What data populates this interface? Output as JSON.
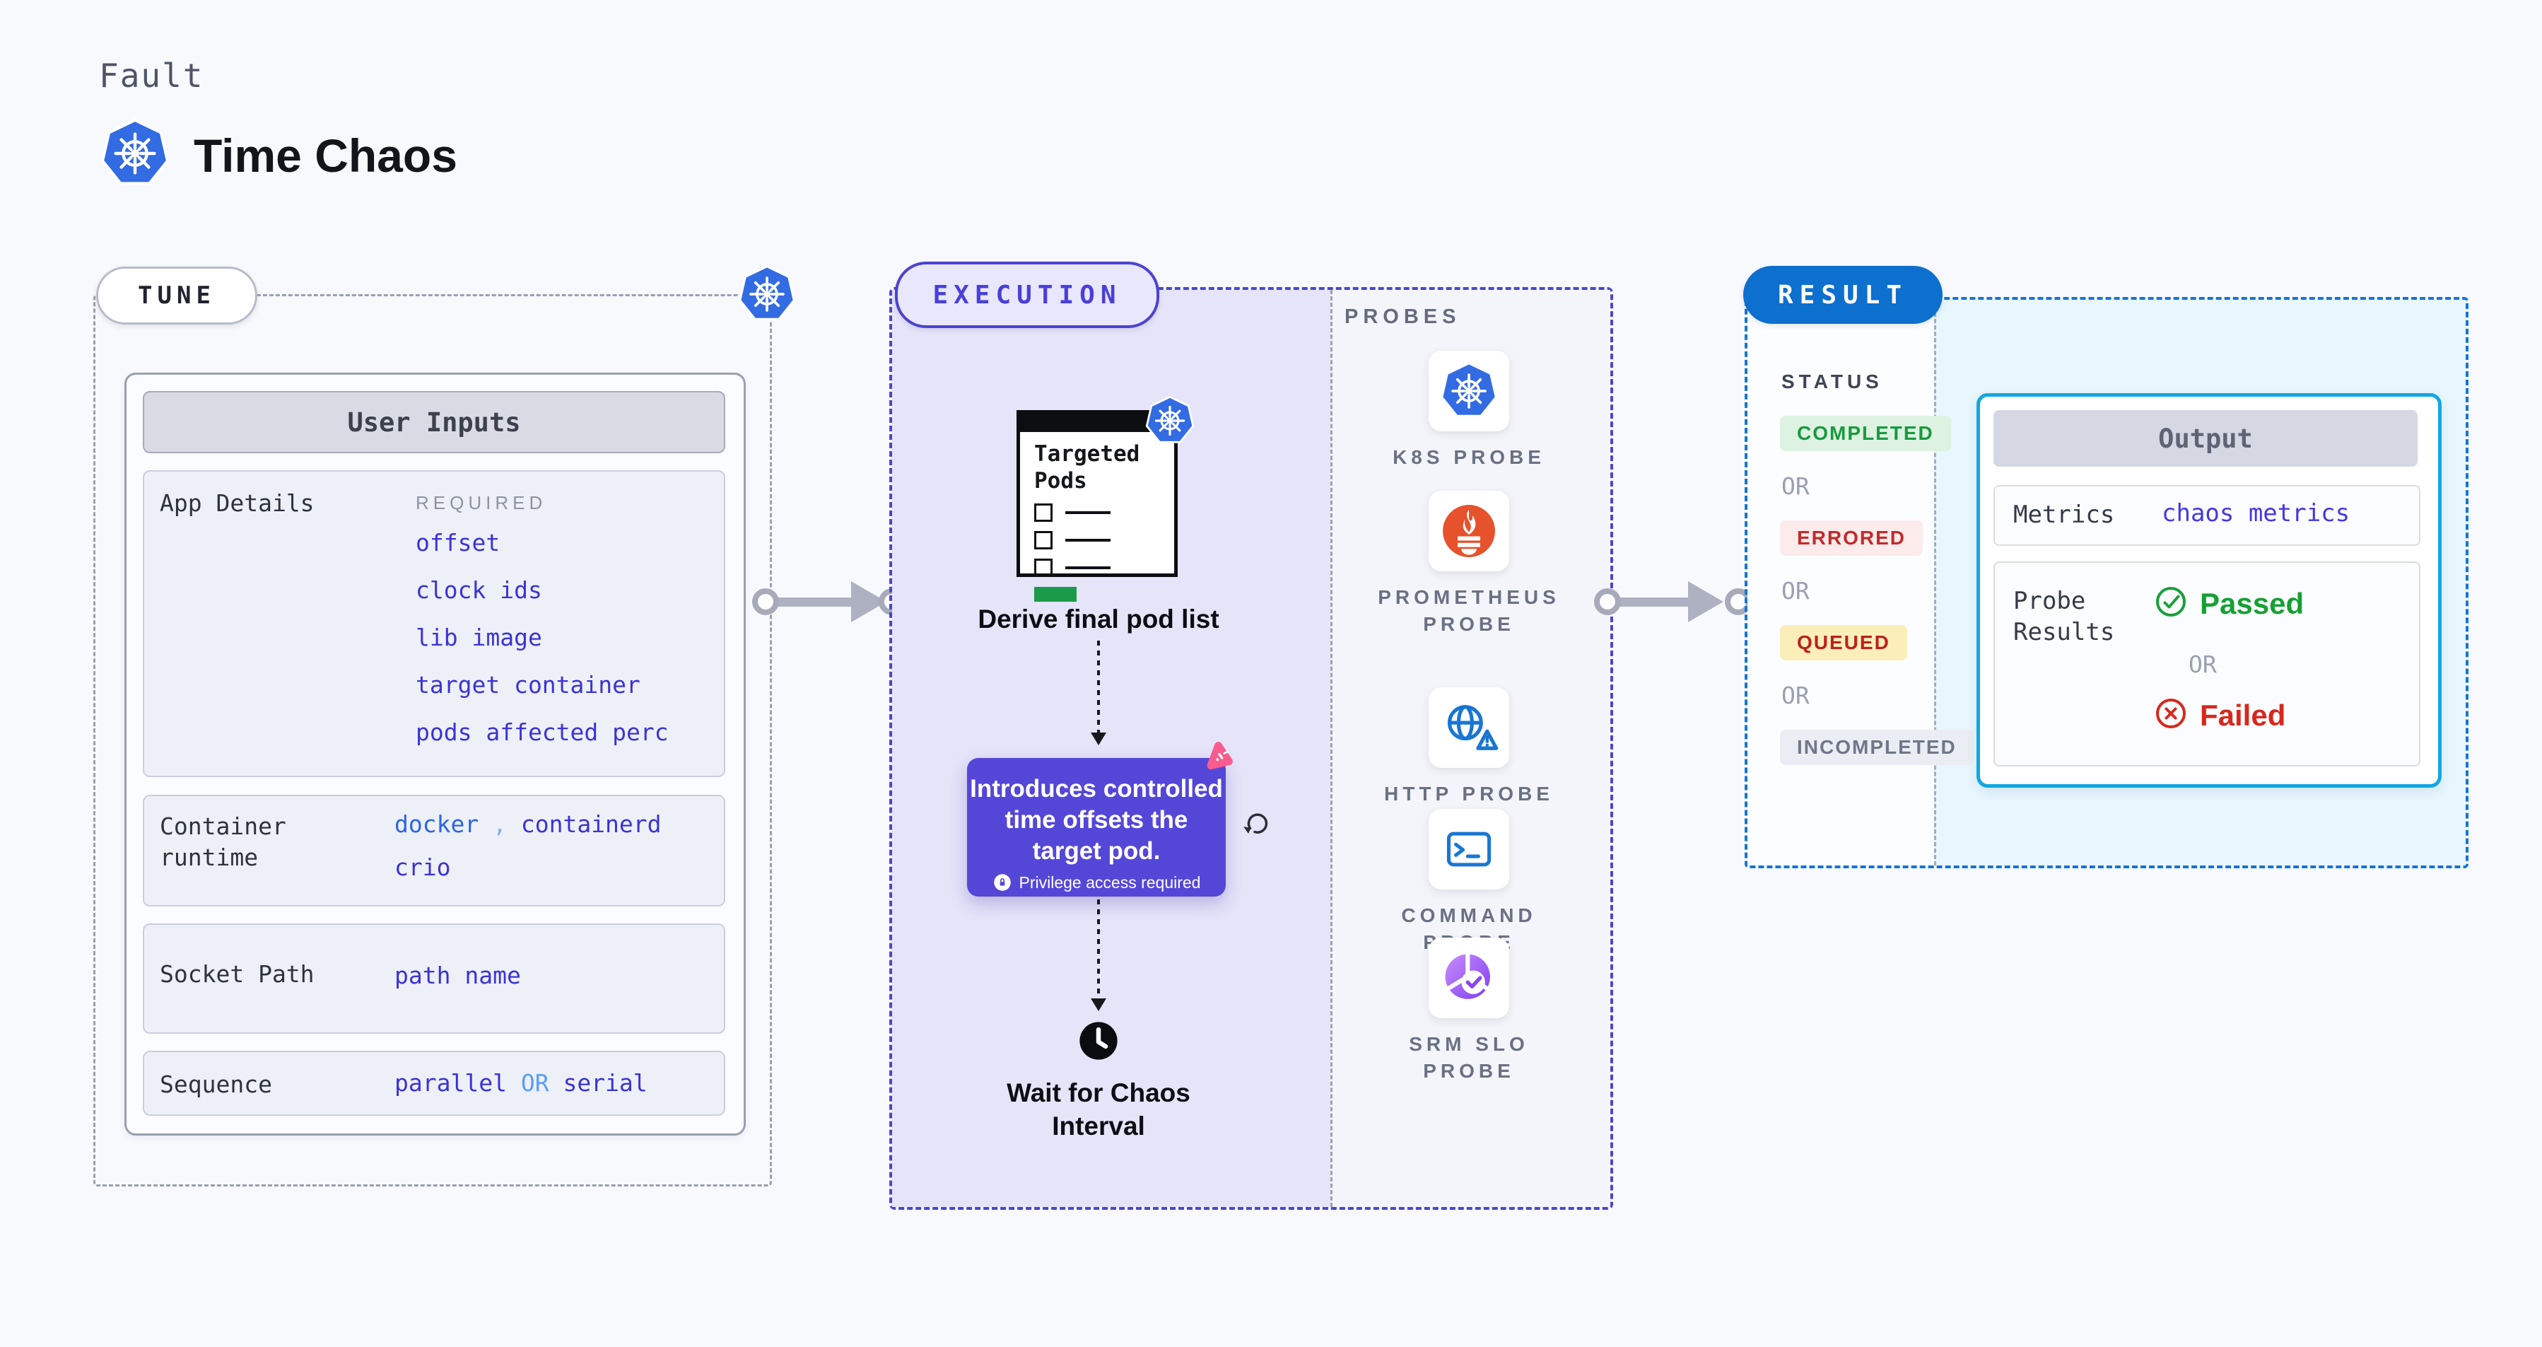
{
  "colors": {
    "accent_indigo": "#3a33d6",
    "accent_blue": "#2a64e8",
    "light_blue": "#5b9df7",
    "exec_purple": "#5447d8",
    "exec_border": "#4c43cf",
    "result_blue": "#0d6fce",
    "output_border": "#12a7e2",
    "green": "#18a03a",
    "red": "#d7281d",
    "pink": "#f85c8e",
    "k8s_blue": "#336be3",
    "prometheus_orange": "#e6522c"
  },
  "header": {
    "kicker": "Fault",
    "title": "Time Chaos"
  },
  "tune": {
    "badge": "TUNE",
    "panel_title": "User Inputs",
    "app_details": {
      "label": "App Details",
      "note": "REQUIRED",
      "values": [
        "offset",
        "clock ids",
        "lib image",
        "target container",
        "pods affected perc"
      ]
    },
    "runtime": {
      "label": "Container runtime",
      "v1": "docker",
      "comma": ",",
      "v2": "containerd",
      "v3": "crio"
    },
    "socket": {
      "label": "Socket Path",
      "value": "path name"
    },
    "sequence": {
      "label": "Sequence",
      "a": "parallel",
      "or": "OR",
      "b": "serial"
    }
  },
  "execution": {
    "badge": "EXECUTION",
    "doc": {
      "title_1": "Targeted",
      "title_2": "Pods"
    },
    "step_derive": "Derive final pod list",
    "tooltip": {
      "line1": "Introduces controlled",
      "line2": "time offsets the",
      "line3": "target pod.",
      "privilege": "Privilege access required"
    },
    "wait": {
      "line1": "Wait for Chaos",
      "line2": "Interval"
    }
  },
  "probes": {
    "title": "PROBES",
    "items": [
      {
        "name": "k8s-probe",
        "line1": "K8S PROBE",
        "line2": ""
      },
      {
        "name": "prometheus-probe",
        "line1": "PROMETHEUS",
        "line2": "PROBE"
      },
      {
        "name": "http-probe",
        "line1": "HTTP PROBE",
        "line2": ""
      },
      {
        "name": "command-probe",
        "line1": "COMMAND",
        "line2": "PROBE"
      },
      {
        "name": "srm-slo-probe",
        "line1": "SRM SLO",
        "line2": "PROBE"
      }
    ]
  },
  "result": {
    "badge": "RESULT",
    "status": {
      "title": "STATUS",
      "or": "OR",
      "badges": [
        {
          "label": "COMPLETED"
        },
        {
          "label": "ERRORED"
        },
        {
          "label": "QUEUED"
        },
        {
          "label": "INCOMPLETED"
        }
      ]
    },
    "output": {
      "title": "Output",
      "metrics_label": "Metrics",
      "metrics_value": "chaos metrics",
      "probe_label_1": "Probe",
      "probe_label_2": "Results",
      "passed": "Passed",
      "or": "OR",
      "failed": "Failed"
    }
  }
}
